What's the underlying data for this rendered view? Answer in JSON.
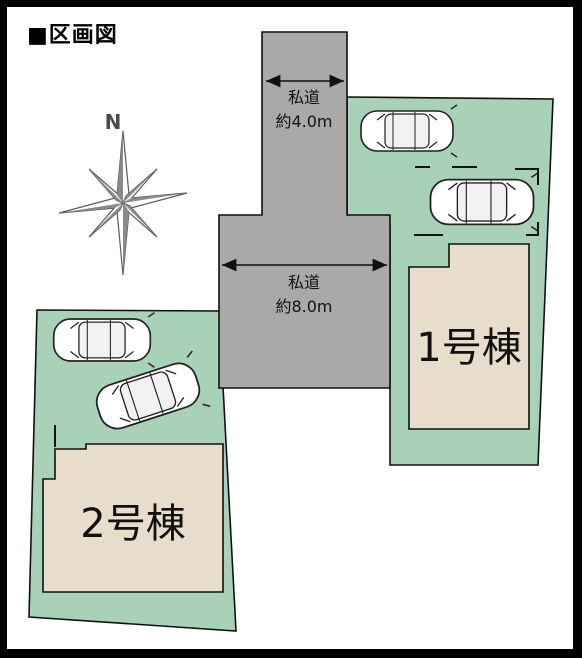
{
  "title": "■区画図",
  "north_label": "N",
  "roads": [
    {
      "name": "私道",
      "width": "約4.0m"
    },
    {
      "name": "私道",
      "width": "約8.0m"
    }
  ],
  "buildings": [
    {
      "label": "1号棟"
    },
    {
      "label": "2号棟"
    }
  ],
  "colors": {
    "lot": "#a8d1b8",
    "building": "#e8dccb",
    "road": "#a9a9a9",
    "outline": "#111111",
    "compass": "#6a6a6a"
  }
}
